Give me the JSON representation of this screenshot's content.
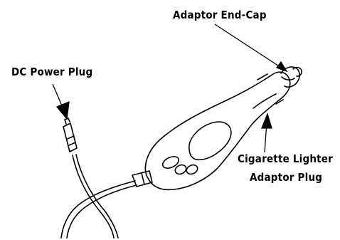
{
  "labels": {
    "adaptor_end_cap": "Adaptor End-Cap",
    "dc_power_plug": "DC Power Plug",
    "cigarette_lighter_line1": "Cigarette Lighter",
    "cigarette_lighter_line2": "Adaptor Plug"
  },
  "colors": {
    "line": "#000000",
    "background": "#ffffff"
  }
}
